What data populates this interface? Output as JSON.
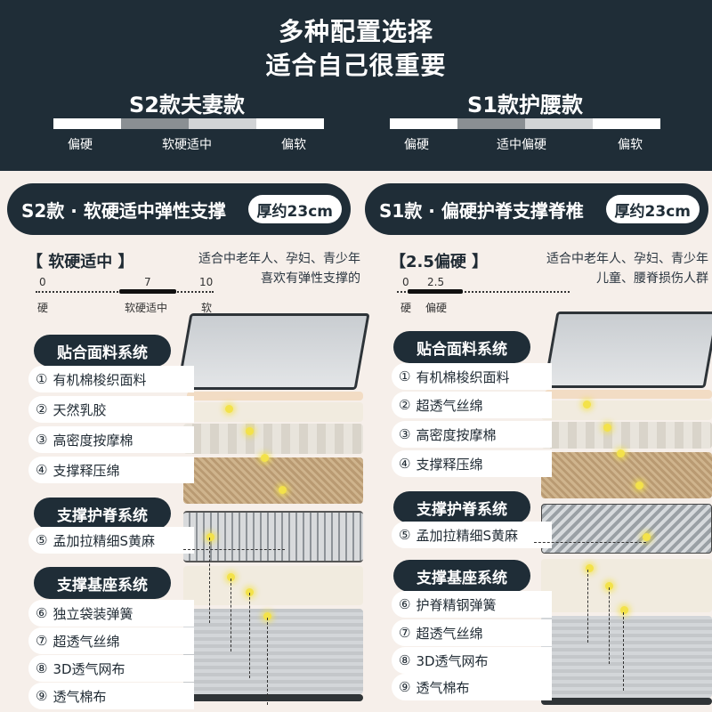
{
  "header": {
    "line1": "多种配置选择",
    "line2": "适合自己很重要",
    "models": [
      {
        "name": "S2款夫妻款",
        "labels": [
          "偏硬",
          "软硬适中",
          "偏软"
        ]
      },
      {
        "name": "S1款护腰款",
        "labels": [
          "偏硬",
          "适中偏硬",
          "偏软"
        ]
      }
    ]
  },
  "sections": [
    {
      "pill": "S2款 · 软硬适中弹性支撑",
      "badge": "厚约23cm",
      "hardness_title": "【 软硬适中 】",
      "fit": [
        "适合中老年人、孕妇、青少年",
        "喜欢有弹性支撑的"
      ],
      "scale": {
        "min": "0",
        "value": "7",
        "max": "10",
        "left": "硬",
        "mid": "软硬适中",
        "right": "软"
      },
      "systems": [
        "贴合面料系统",
        "支撑护脊系统",
        "支撑基座系统"
      ],
      "layers": [
        "有机棉梭织面料",
        "天然乳胶",
        "高密度按摩棉",
        "支撑释压绵",
        "孟加拉精细S黄麻",
        "独立袋装弹簧",
        "超透气丝绵",
        "3D透气网布",
        "透气棉布"
      ]
    },
    {
      "pill": "S1款 · 偏硬护脊支撑脊椎",
      "badge": "厚约23cm",
      "hardness_title": "【2.5偏硬 】",
      "fit": [
        "适合中老年人、孕妇、青少年",
        "儿童、腰脊损伤人群"
      ],
      "scale": {
        "min": "0",
        "value": "2.5",
        "left": "硬",
        "mid": "偏硬"
      },
      "systems": [
        "贴合面料系统",
        "支撑护脊系统",
        "支撑基座系统"
      ],
      "layers": [
        "有机棉梭织面料",
        "超透气丝绵",
        "高密度按摩棉",
        "支撑释压绵",
        "孟加拉精细S黄麻",
        "护脊精钢弹簧",
        "超透气丝绵",
        "3D透气网布",
        "透气棉布"
      ]
    }
  ],
  "circled_numbers": [
    "①",
    "②",
    "③",
    "④",
    "⑤",
    "⑥",
    "⑦",
    "⑧",
    "⑨"
  ],
  "colors": {
    "header_bg": "#1f2d37",
    "page_bg": "#f6efea",
    "glow_dot": "#f3e24a"
  }
}
